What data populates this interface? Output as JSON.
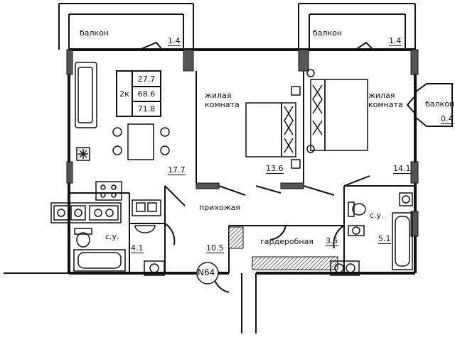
{
  "plan": {
    "summary": {
      "rooms": "2к",
      "living_area": "27.7",
      "total_area": "68.6",
      "total_area_with_balconies": "71.8"
    },
    "labels": {
      "balcony_left": "балкон",
      "balcony_middle": "балкон",
      "balcony_right": "балкон",
      "bedroom_1": "жилая\nкомната",
      "bedroom_2": "жилая\nкомната",
      "hallway": "прихожая",
      "bathroom_1": "с.у.",
      "bathroom_2": "с.у.",
      "wardrobe": "гардеробная",
      "plate": "N64"
    },
    "areas": {
      "balcony_left": "1.4",
      "balcony_middle": "1.4",
      "balcony_right": "0.4",
      "kitchen_living": "17.7",
      "bedroom_1": "13.6",
      "bedroom_2": "14.1",
      "bathroom_1": "4.1",
      "hallway": "10.5",
      "wardrobe": "3.5",
      "bathroom_2": "5.1"
    },
    "colors": {
      "wall": "#111111",
      "column_fill": "#555555",
      "background": "#ffffff"
    }
  }
}
